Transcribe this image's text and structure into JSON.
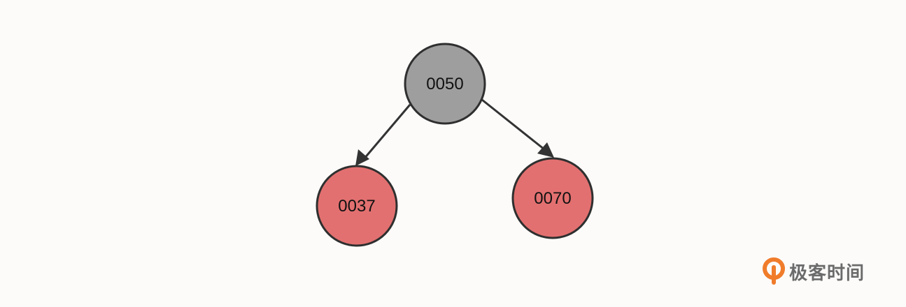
{
  "diagram": {
    "type": "binary-tree",
    "nodes": [
      {
        "id": "n50",
        "label": "0050",
        "fill": "#9e9e9e"
      },
      {
        "id": "n37",
        "label": "0037",
        "fill": "#e37070"
      },
      {
        "id": "n70",
        "label": "0070",
        "fill": "#e37070"
      }
    ],
    "edges": [
      {
        "from": "n50",
        "to": "n37"
      },
      {
        "from": "n50",
        "to": "n70"
      }
    ]
  },
  "watermark": {
    "text": "极客时间",
    "icon": "geektime-logo-icon",
    "logo_color": "#f07c2b",
    "text_color": "#6b6b6b"
  }
}
